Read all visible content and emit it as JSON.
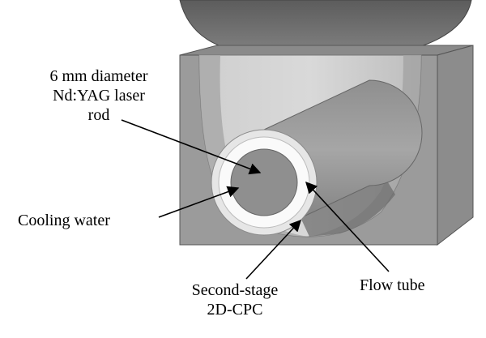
{
  "labels": {
    "rod": [
      "6 mm diameter",
      "Nd:YAG laser",
      "rod"
    ],
    "cooling_water": "Cooling water",
    "cpc": [
      "Second-stage",
      "2D-CPC"
    ],
    "flow_tube": "Flow tube"
  }
}
